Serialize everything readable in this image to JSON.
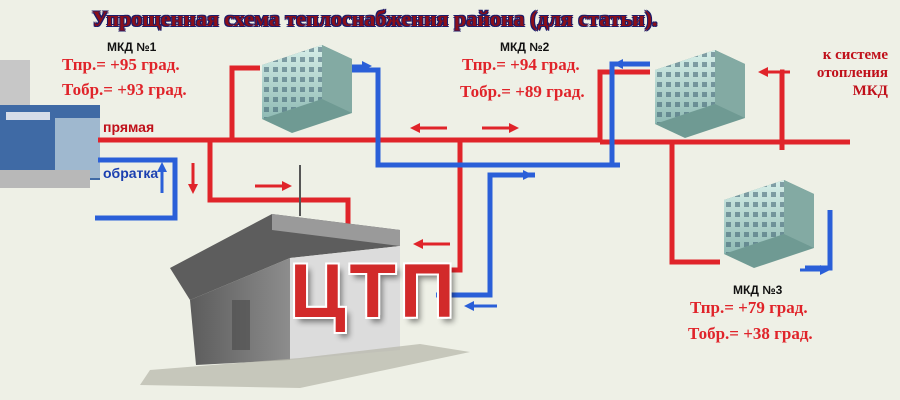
{
  "title": "Упрощенная схема теплоснабжения района (для статьи).",
  "buildings": [
    {
      "name": "МКД №1",
      "supply": "Тпр.= +95 град.",
      "return": "Тобр.= +93 град."
    },
    {
      "name": "МКД №2",
      "supply": "Тпр.= +94 град.",
      "return": "Тобр.= +89 град."
    },
    {
      "name": "МКД №3",
      "supply": "Тпр.= +79 град.",
      "return": "Тобр.= +38 град."
    }
  ],
  "heating_system_label": [
    "к системе",
    "отопления",
    "МКД"
  ],
  "pipes": {
    "supply_label": "прямая",
    "return_label": "обратка",
    "supply_color": "#e0242a",
    "return_color": "#2a5fd8"
  },
  "station_label": "ЦТП",
  "icons": [
    "boiler-house-image",
    "substation-building-image",
    "apartment-building-image"
  ]
}
